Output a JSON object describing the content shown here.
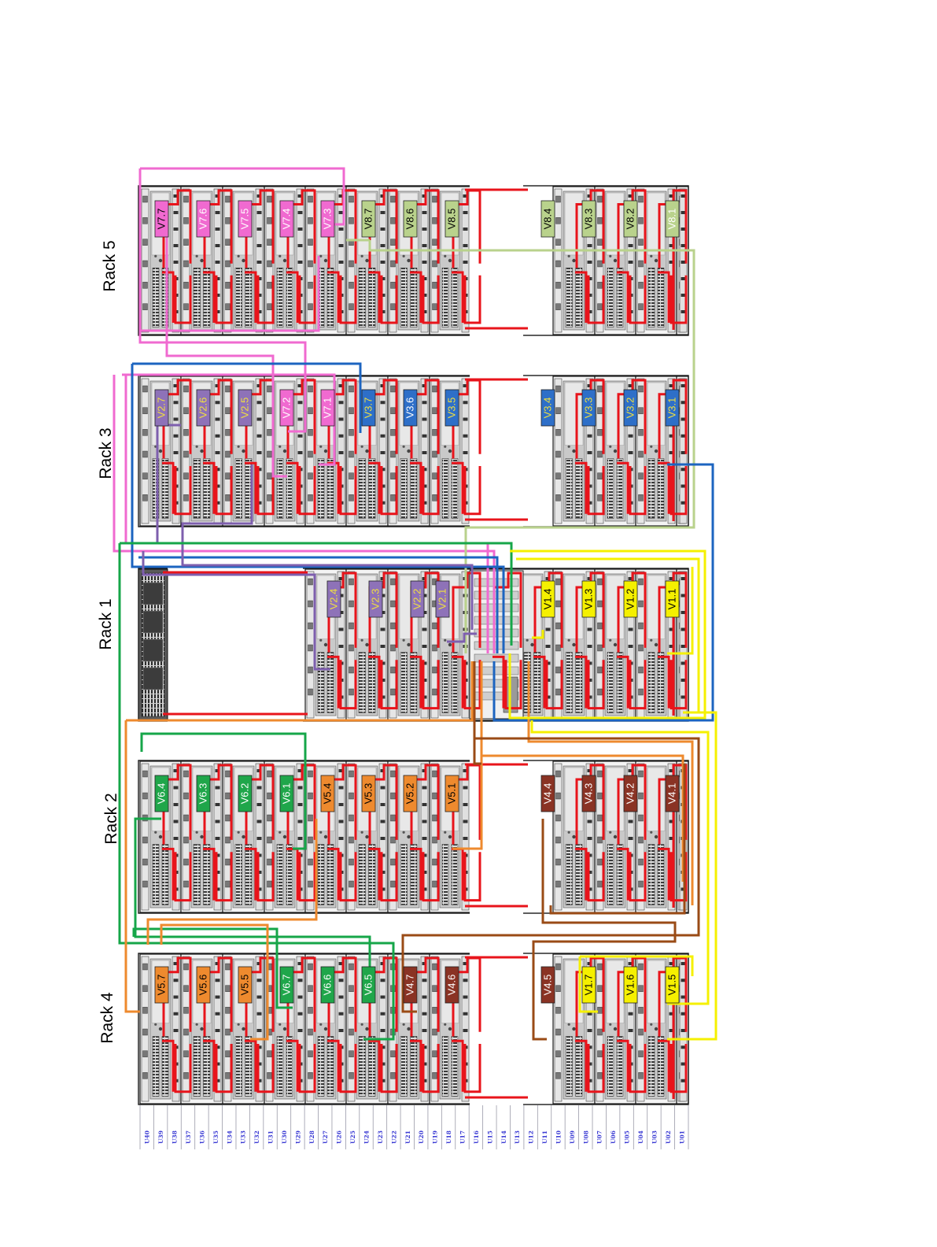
{
  "racks": [
    {
      "name": "Rack 5",
      "units": [
        {
          "label": "V7.7",
          "color": "#f06ad0",
          "text": "#000000"
        },
        {
          "label": "V7.6",
          "color": "#f06ad0",
          "text": "#ffffff"
        },
        {
          "label": "V7.5",
          "color": "#f06ad0",
          "text": "#ffffff"
        },
        {
          "label": "V7.4",
          "color": "#f06ad0",
          "text": "#ffffff"
        },
        {
          "label": "V7.3",
          "color": "#f06ad0",
          "text": "#ffffff"
        },
        {
          "label": "V8.7",
          "color": "#b9d28c",
          "text": "#000000"
        },
        {
          "label": "V8.6",
          "color": "#b9d28c",
          "text": "#000000"
        },
        {
          "label": "V8.5",
          "color": "#b9d28c",
          "text": "#000000"
        },
        {
          "label": "V8.4",
          "color": "#b9d28c",
          "text": "#000000"
        },
        {
          "label": "V8.3",
          "color": "#b9d28c",
          "text": "#000000"
        },
        {
          "label": "V8.2",
          "color": "#b9d28c",
          "text": "#000000"
        },
        {
          "label": "V8.1",
          "color": "#b9d28c",
          "text": "#ffffff"
        }
      ]
    },
    {
      "name": "Rack 3",
      "units": [
        {
          "label": "V2.7",
          "color": "#8e72b8",
          "text": "#f0e040"
        },
        {
          "label": "V2.6",
          "color": "#8e72b8",
          "text": "#f0e040"
        },
        {
          "label": "V2.5",
          "color": "#8e72b8",
          "text": "#f0e040"
        },
        {
          "label": "V7.2",
          "color": "#f06ad0",
          "text": "#ffffff"
        },
        {
          "label": "V7.1",
          "color": "#f06ad0",
          "text": "#ffffff"
        },
        {
          "label": "V3.7",
          "color": "#2e6fc8",
          "text": "#f0e040"
        },
        {
          "label": "V3.6",
          "color": "#2e6fc8",
          "text": "#ffffff"
        },
        {
          "label": "V3.5",
          "color": "#2e6fc8",
          "text": "#f0e040"
        },
        {
          "label": "V3.4",
          "color": "#2e6fc8",
          "text": "#f0e040"
        },
        {
          "label": "V3.3",
          "color": "#2e6fc8",
          "text": "#f0e040"
        },
        {
          "label": "V3.2",
          "color": "#2e6fc8",
          "text": "#f0e040"
        },
        {
          "label": "V3.1",
          "color": "#2e6fc8",
          "text": "#f0e040"
        }
      ]
    },
    {
      "name": "Rack 1",
      "units": [
        {
          "label": "V2.4",
          "color": "#8e72b8",
          "text": "#f0e040"
        },
        {
          "label": "V2.3",
          "color": "#8e72b8",
          "text": "#f0e040"
        },
        {
          "label": "V2.2",
          "color": "#8e72b8",
          "text": "#f0e040"
        },
        {
          "label": "V2.1",
          "color": "#8e72b8",
          "text": "#f0e040"
        },
        {
          "label": "V1.4",
          "color": "#f5f000",
          "text": "#000000"
        },
        {
          "label": "V1.3",
          "color": "#f5f000",
          "text": "#000000"
        },
        {
          "label": "V1.2",
          "color": "#f5f000",
          "text": "#000000"
        },
        {
          "label": "V1.1",
          "color": "#f5f000",
          "text": "#000000"
        }
      ]
    },
    {
      "name": "Rack 2",
      "units": [
        {
          "label": "V6.4",
          "color": "#1fa64a",
          "text": "#ffffff"
        },
        {
          "label": "V6.3",
          "color": "#1fa64a",
          "text": "#ffffff"
        },
        {
          "label": "V6.2",
          "color": "#1fa64a",
          "text": "#ffffff"
        },
        {
          "label": "V6.1",
          "color": "#1fa64a",
          "text": "#ffffff"
        },
        {
          "label": "V5.4",
          "color": "#ee8a2e",
          "text": "#000000"
        },
        {
          "label": "V5.3",
          "color": "#ee8a2e",
          "text": "#000000"
        },
        {
          "label": "V5.2",
          "color": "#ee8a2e",
          "text": "#000000"
        },
        {
          "label": "V5.1",
          "color": "#ee8a2e",
          "text": "#000000"
        },
        {
          "label": "V4.4",
          "color": "#8a3324",
          "text": "#ffffff"
        },
        {
          "label": "V4.3",
          "color": "#8a3324",
          "text": "#ffffff"
        },
        {
          "label": "V4.2",
          "color": "#8a3324",
          "text": "#ffffff"
        },
        {
          "label": "V4.1",
          "color": "#8a3324",
          "text": "#ffffff"
        }
      ]
    },
    {
      "name": "Rack 4",
      "units": [
        {
          "label": "V5.7",
          "color": "#ee8a2e",
          "text": "#000000"
        },
        {
          "label": "V5.6",
          "color": "#ee8a2e",
          "text": "#000000"
        },
        {
          "label": "V5.5",
          "color": "#ee8a2e",
          "text": "#000000"
        },
        {
          "label": "V6.7",
          "color": "#1fa64a",
          "text": "#ffffff"
        },
        {
          "label": "V6.6",
          "color": "#1fa64a",
          "text": "#ffffff"
        },
        {
          "label": "V6.5",
          "color": "#1fa64a",
          "text": "#ffffff"
        },
        {
          "label": "V4.7",
          "color": "#8a3324",
          "text": "#ffffff"
        },
        {
          "label": "V4.6",
          "color": "#8a3324",
          "text": "#ffffff"
        },
        {
          "label": "V4.5",
          "color": "#8a3324",
          "text": "#ffffff"
        },
        {
          "label": "V1.7",
          "color": "#f5f000",
          "text": "#000000"
        },
        {
          "label": "V1.6",
          "color": "#f5f000",
          "text": "#000000"
        },
        {
          "label": "V1.5",
          "color": "#f5f000",
          "text": "#000000"
        }
      ]
    }
  ],
  "unit_scale": [
    "U40",
    "U39",
    "U38",
    "U37",
    "U36",
    "U35",
    "U34",
    "U33",
    "U32",
    "U31",
    "U30",
    "U29",
    "U28",
    "U27",
    "U26",
    "U25",
    "U24",
    "U23",
    "U22",
    "U21",
    "U20",
    "U19",
    "U18",
    "U17",
    "U16",
    "U15",
    "U14",
    "U13",
    "U12",
    "U11",
    "U10",
    "U09",
    "U08",
    "U07",
    "U06",
    "U05",
    "U04",
    "U03",
    "U02",
    "U01"
  ],
  "cable_colors": {
    "red": "#e8141b",
    "pink": "#f06ad0",
    "light_green": "#b9d28c",
    "blue": "#1c64c0",
    "purple": "#7e5fae",
    "green": "#16a649",
    "orange": "#ee8a2e",
    "brown": "#9a4b16",
    "yellow": "#f5f000"
  }
}
